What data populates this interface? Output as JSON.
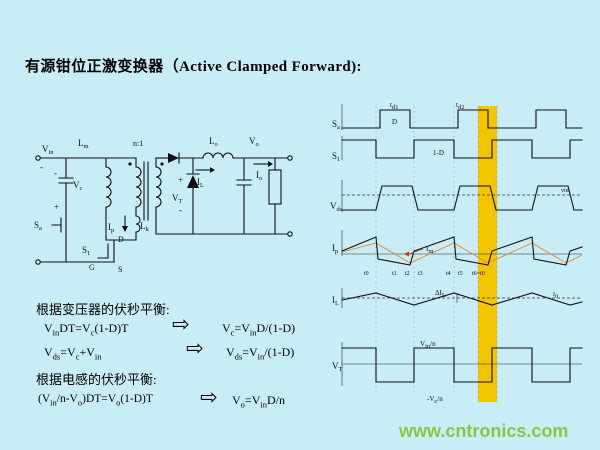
{
  "title": {
    "cn": "有源钳位正激变换器（",
    "en": "Active Clamped Forward):"
  },
  "circuit": {
    "vin": [
      "V",
      "in"
    ],
    "minus": "-",
    "plus": "+",
    "lm": [
      "L",
      "m"
    ],
    "turns_ratio": "n:1",
    "lo": [
      "L",
      "o"
    ],
    "vo": [
      "V",
      "o"
    ],
    "io": [
      "I",
      "o"
    ],
    "vc": [
      "V",
      "c"
    ],
    "il": [
      "I",
      "L"
    ],
    "vt_plus": "+",
    "vt": [
      "V",
      "T"
    ],
    "vt_minus": "-",
    "sa": [
      "S",
      "a"
    ],
    "ip": [
      "I",
      "p"
    ],
    "lk": [
      "L",
      "k"
    ],
    "s1": [
      "S",
      "1"
    ],
    "pin_d": "D",
    "pin_g": "G",
    "pin_s": "S"
  },
  "equations": {
    "transformer_title": "根据变压器的伏秒平衡:",
    "inductor_title": "根据电感的伏秒平衡:",
    "arrow_glyph": "⇨",
    "eq1_left": [
      "V",
      "in",
      "DT=V",
      "c",
      "(1-D)T"
    ],
    "eq1_right": [
      "V",
      "c",
      "=V",
      "in",
      "D/(1-D)"
    ],
    "eq2_left": [
      "V",
      "ds",
      "=V",
      "c",
      "+V",
      "in"
    ],
    "eq2_right": [
      "V",
      "ds",
      "=V",
      "in",
      "/(1-D)"
    ],
    "eq3_left": [
      "(V",
      "in",
      "/n-V",
      "o",
      ")DT=V",
      "o",
      "(1-D)T"
    ],
    "eq3_right": [
      "V",
      "o",
      "=V",
      "in",
      "D/n"
    ]
  },
  "timing": {
    "td1": [
      "t",
      "d1"
    ],
    "td2": [
      "t",
      "d2"
    ],
    "row_sa": [
      "S",
      "a"
    ],
    "row_s1": [
      "S",
      "1"
    ],
    "row_vds": [
      "V",
      "ds"
    ],
    "row_ip": [
      "I",
      "p"
    ],
    "row_il": [
      "I",
      "L"
    ],
    "row_vt": [
      "V",
      "T"
    ],
    "label_d": "D",
    "label_one_minus_d": "1-D",
    "label_vin": "vin",
    "label_im": [
      "I",
      "m"
    ],
    "label_delta_il": [
      "ΔI",
      "L"
    ],
    "label_io": [
      "I",
      "o"
    ],
    "label_vin_n": [
      "V",
      "in",
      "/n"
    ],
    "label_neg_vc_n": [
      "-V",
      "c",
      "/n"
    ],
    "ticks": [
      "t0",
      "t1",
      "t2",
      "t3",
      "t4",
      "t5",
      "t6=t0"
    ],
    "highlight_color": "#f2c402"
  },
  "watermark": {
    "text": "www.cntronics.com",
    "color": "#8cc63f"
  },
  "colors": {
    "background": "#c9edf6",
    "line": "#101010",
    "im_red": "#cc3300",
    "magnetizing_orange": "#e2882a"
  }
}
